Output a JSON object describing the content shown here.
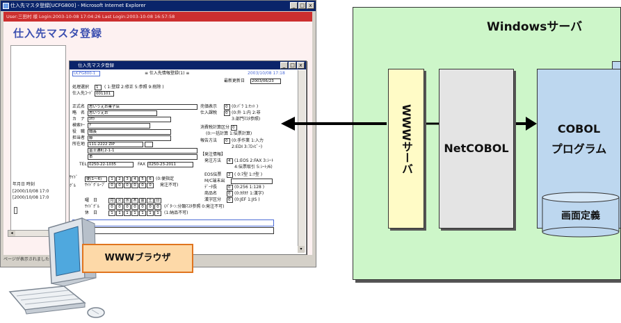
{
  "browser": {
    "title": "仕入先マスタ登録[UCFG800] - Microsoft Internet Explorer",
    "window_controls": [
      "_",
      "□",
      "x"
    ],
    "user_bar": "User:三田村 様   Login:2003-10-08 17:04:26   Last Login:2003-10-08 16:57:58",
    "page_title": "仕入先マスタ登録",
    "left_list": [
      "年月日  時刻",
      "[2000/10/08 17:0",
      "[2000/10/08 17:0"
    ],
    "status_text": "ページが表示されました"
  },
  "dialog": {
    "title": "仕入先マスタ登録",
    "program_id": "UCFG800-1",
    "heading": "≡  仕入先情報登録(1)  ≡",
    "timestamp": "2003/10/08 17:18",
    "last_update_label": "最新更新日",
    "last_update_value": "2003/06/23",
    "rows_left": [
      {
        "label": "処理選択",
        "value": "1",
        "hint": "( 1:登録 2:修正 5:参照 9:削除 )"
      },
      {
        "label": "仕入先ｺｰﾄﾞ",
        "value": "001101"
      },
      {
        "label": "正式名",
        "value": "思いうえお菓子店"
      },
      {
        "label": "略　名",
        "value": "思いうえお"
      },
      {
        "label": "カ　ナ",
        "value": "ｶｻﾂ"
      },
      {
        "label": "検索ｷｰ",
        "value": "ｱ"
      },
      {
        "label": "役　職",
        "value": "職長"
      },
      {
        "label": "担当者",
        "value": "藤"
      },
      {
        "label": "所在地",
        "value": "111-2222 ZIP"
      },
      {
        "label": "",
        "value": "富士通町2-1-1"
      },
      {
        "label": "",
        "value": "本"
      },
      {
        "label": "TEL",
        "value": "0250-22-1035",
        "extra_label": "FAX",
        "extra_value": "0250-23-2011"
      }
    ],
    "rows_right": [
      {
        "label": "売価表示",
        "value": "0",
        "hint": "(0:ﾊﾞﾗ 1:ｾｯﾄ )"
      },
      {
        "label": "仕入課税",
        "value": "0",
        "hint": "(0:外 1:内 2:非"
      },
      {
        "label": "",
        "hint": "3:部門ﾏｽﾀ参照)"
      },
      {
        "label": "消費税計算区分",
        "value": "0"
      },
      {
        "label": "",
        "hint": "(0:一括計算 1:伝票計算)"
      },
      {
        "label": "報告方法",
        "value": "0",
        "hint": "(0:手作業 1:入力"
      },
      {
        "label": "",
        "hint": "2:EDI 3:ﾌﾛｯﾋﾟｰ)"
      },
      {
        "label": "【発注情報】"
      },
      {
        "label": "発注方法",
        "value": "4",
        "hint": "(1:EOS 2:FAX 3:ｼｰﾄ"
      },
      {
        "label": "",
        "hint": "4:伝票取引 5:ｼｰﾄ/6)"
      },
      {
        "label": "EOS伝票",
        "value": "2",
        "hint": "( 0:ﾏ型 1:ｸ型 )"
      },
      {
        "label": "M/C端末出",
        "value": ""
      },
      {
        "label": "ﾃﾞｰﾀ長",
        "value": "0",
        "hint": "(0:256  1:128 )"
      },
      {
        "label": "商品名",
        "value": "0",
        "hint": "(0:ｶﾀｶﾅ 1:漢字)"
      },
      {
        "label": "漢字区分",
        "value": "0",
        "hint": "(0:JEF  1:JIS )"
      }
    ],
    "sort_label": "ｻｲﾄﾞ",
    "sort_sub_label": "ｸﾞﾙ",
    "sort_row1_label": "便(1〜6)",
    "sort_row1_values": [
      "1",
      "2",
      "3",
      "4",
      "5",
      "6"
    ],
    "sort_row1_hint": "(0:便指定",
    "sort_row2_label": "ｻｲﾄﾞｸﾞﾙｰﾌﾟ",
    "sort_row2_values": [
      "0",
      "0",
      "0",
      "0",
      "0",
      "0"
    ],
    "sort_row2_hint": "発注不可)",
    "week_header_label": "曜　日",
    "week_days": [
      "月",
      "火",
      "水",
      "木",
      "金",
      "土",
      "日"
    ],
    "week_row1_label": "ｻｲﾄﾞｸﾞﾙ",
    "week_row1_values": [
      "0",
      "0",
      "0",
      "0",
      "0",
      "0",
      "0"
    ],
    "week_row1_hint": "(ﾊﾟﾀｰﾝ:分類ﾏｽﾀ参照 0:発注不可)",
    "week_row2_label": "休　日",
    "week_row2_values": [
      "1",
      "1",
      "1",
      "1",
      "1",
      "1",
      "1"
    ],
    "week_row2_hint": "(1:納品不可)",
    "window_controls": [
      "_",
      "□",
      "x"
    ]
  },
  "computer": {
    "label": "WWWブラウザ"
  },
  "server": {
    "label": "Windowsサーバ",
    "www_server": "WWWサーバ",
    "netcobol": "NetCOBOL",
    "cobol_line1": "COBOL",
    "cobol_line2": "プログラム",
    "screen_def": "画面定義"
  },
  "colors": {
    "server_bg": "#cdf6c9",
    "www_bg": "#fffbc6",
    "netcobol_bg": "#e4e4e4",
    "cobol_bg": "#bdd7ef",
    "label_bg": "#fdd9a8",
    "label_border": "#e0741e",
    "user_bar": "#cc2f2f"
  }
}
